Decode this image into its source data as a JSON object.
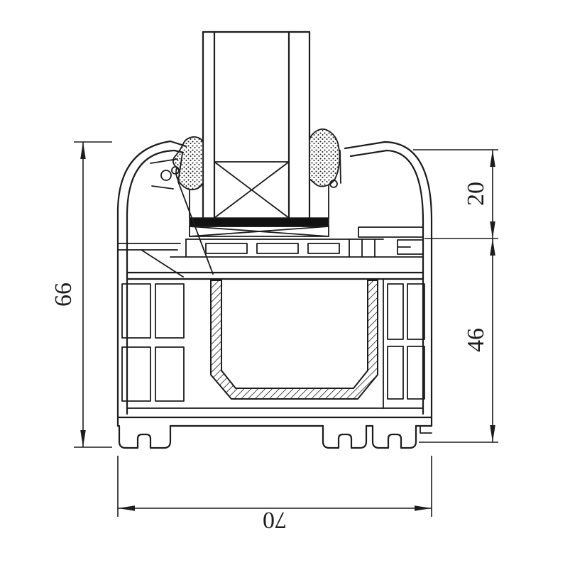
{
  "dimensions": {
    "overall_height": "66",
    "upper_right": "20",
    "lower_right": "46",
    "overall_width": "70"
  },
  "colors": {
    "line": "#1c1c1c",
    "background": "#ffffff",
    "glazing_block_fill": "#111111"
  }
}
